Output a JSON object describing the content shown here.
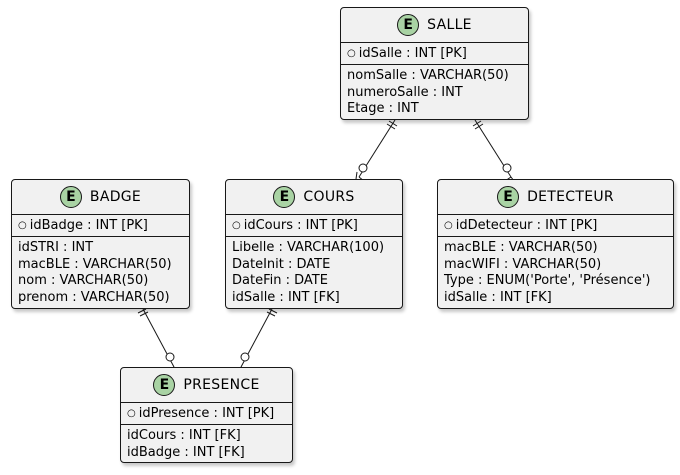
{
  "entities": {
    "salle": {
      "name": "SALLE",
      "marker": "E",
      "pk": "idSalle : INT [PK]",
      "attrs": [
        "nomSalle : VARCHAR(50)",
        "numeroSalle : INT",
        "Etage : INT"
      ]
    },
    "badge": {
      "name": "BADGE",
      "marker": "E",
      "pk": "idBadge : INT [PK]",
      "attrs": [
        "idSTRI : INT",
        "macBLE : VARCHAR(50)",
        "nom : VARCHAR(50)",
        "prenom : VARCHAR(50)"
      ]
    },
    "cours": {
      "name": "COURS",
      "marker": "E",
      "pk": "idCours : INT [PK]",
      "attrs": [
        "Libelle : VARCHAR(100)",
        "DateInit : DATE",
        "DateFin : DATE",
        "idSalle : INT [FK]"
      ]
    },
    "detecteur": {
      "name": "DETECTEUR",
      "marker": "E",
      "pk": "idDetecteur : INT [PK]",
      "attrs": [
        "macBLE : VARCHAR(50)",
        "macWIFI : VARCHAR(50)",
        "Type : ENUM('Porte', 'Présence')",
        "idSalle : INT [FK]"
      ]
    },
    "presence": {
      "name": "PRESENCE",
      "marker": "E",
      "pk": "idPresence : INT [PK]",
      "attrs": [
        "idCours : INT [FK]",
        "idBadge : INT [FK]"
      ]
    }
  },
  "relationships": [
    {
      "from": "salle",
      "to": "cours",
      "from_card": "exactly-one",
      "to_card": "zero-or-many"
    },
    {
      "from": "salle",
      "to": "detecteur",
      "from_card": "exactly-one",
      "to_card": "zero-or-many"
    },
    {
      "from": "badge",
      "to": "presence",
      "from_card": "exactly-one",
      "to_card": "zero-or-many"
    },
    {
      "from": "cours",
      "to": "presence",
      "from_card": "exactly-one",
      "to_card": "zero-or-many"
    }
  ],
  "colors": {
    "entity_fill": "#f1f1f1",
    "entity_border": "#181818",
    "marker_fill": "#a9d3a4",
    "line": "#181818"
  }
}
